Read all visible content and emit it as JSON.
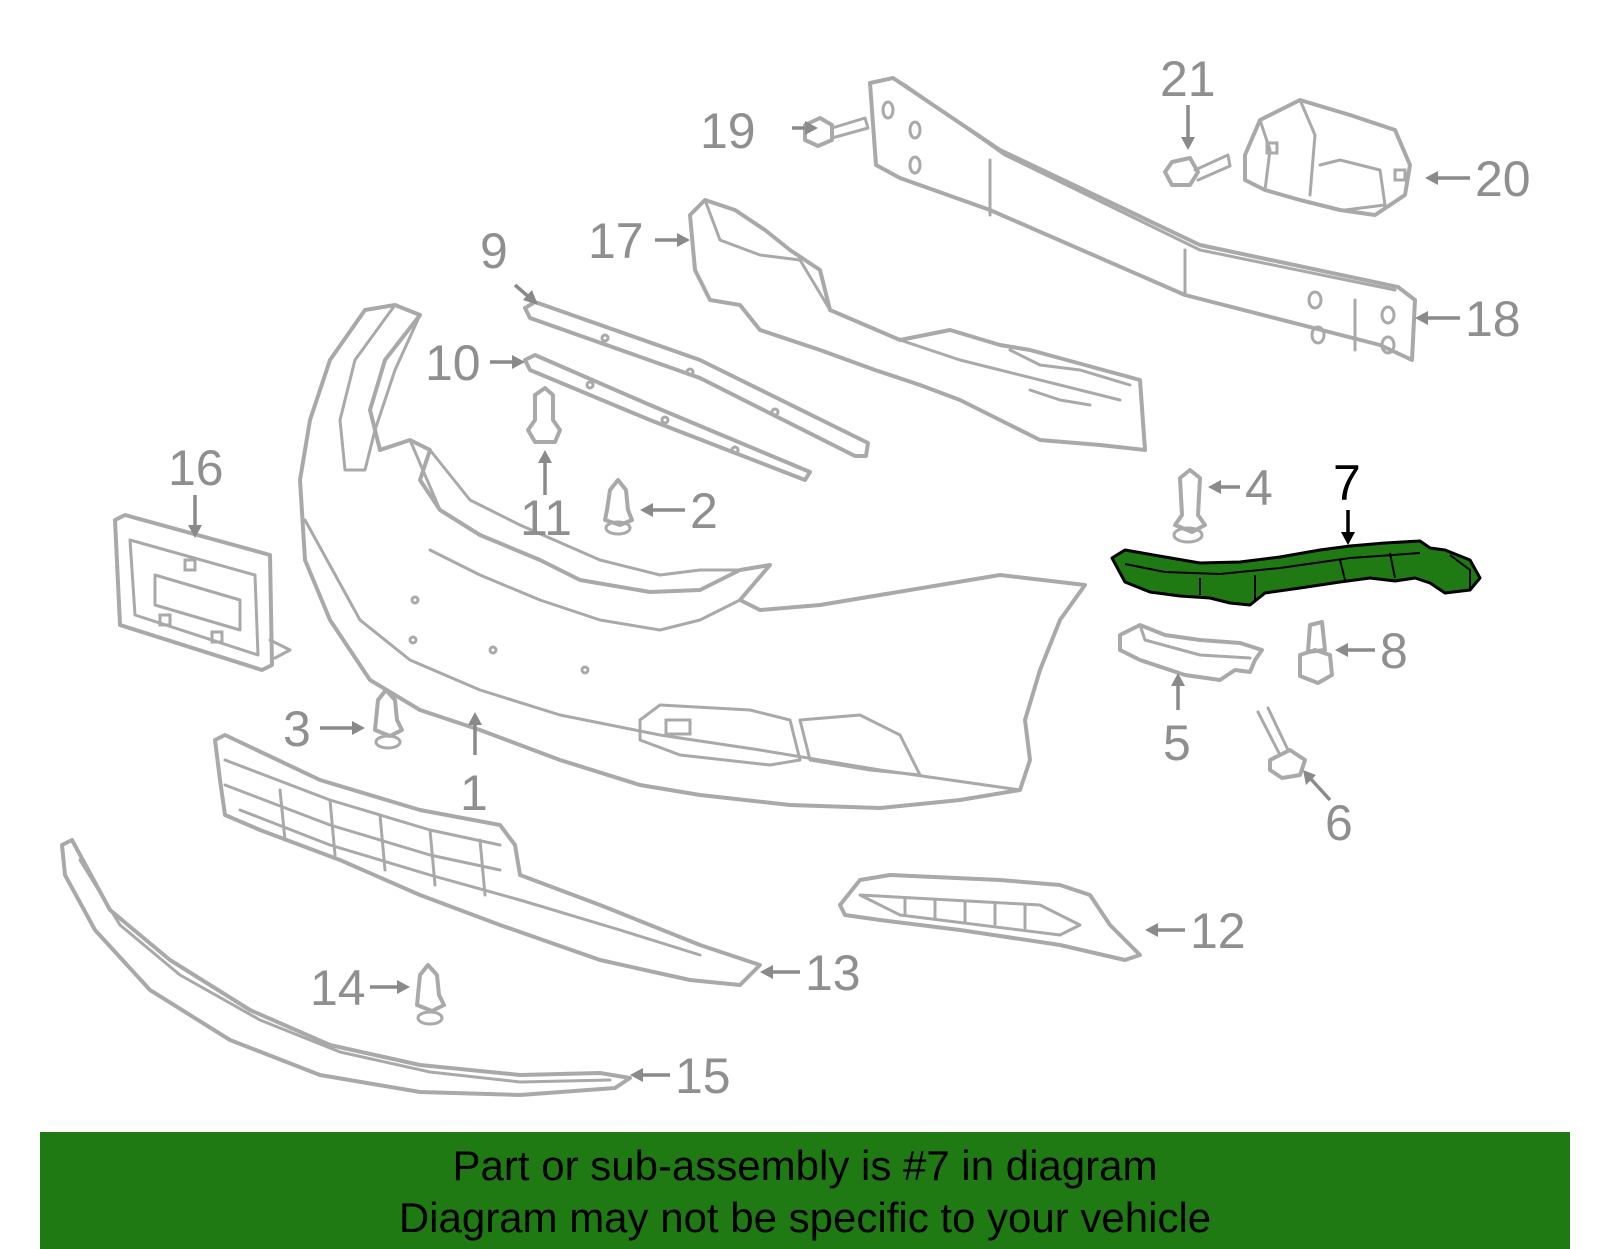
{
  "diagram": {
    "callouts": [
      "1",
      "2",
      "3",
      "4",
      "5",
      "6",
      "7",
      "8",
      "9",
      "10",
      "11",
      "12",
      "13",
      "14",
      "15",
      "16",
      "17",
      "18",
      "19",
      "20",
      "21"
    ],
    "highlighted_callout": "7",
    "highlight_color": "#1f7a14",
    "part_stroke_color": "#a9a9a9"
  },
  "banner": {
    "line1": "Part or sub-assembly is #7 in diagram",
    "line2": "Diagram may not be specific to your vehicle",
    "background": "#1f7a14"
  }
}
